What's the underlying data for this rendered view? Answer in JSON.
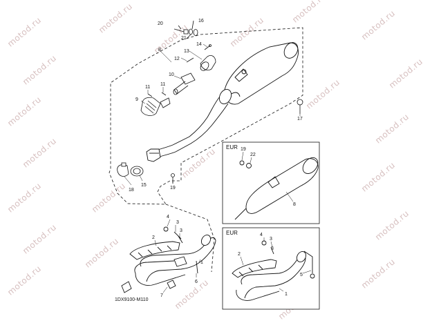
{
  "watermark": "motod.ru",
  "diagram_code": "1DX9100-M110",
  "region_labels": {
    "eur_top": "EUR",
    "eur_bottom": "EUR"
  },
  "callouts": {
    "c20": "20",
    "c16": "16",
    "c21": "21",
    "c8a": "8",
    "c12": "12",
    "c14": "14",
    "c13": "13",
    "c10": "10",
    "c11a": "11",
    "c11b": "11",
    "c9": "9",
    "c17": "17",
    "c15": "15",
    "c18": "18",
    "c19a": "19",
    "c19b": "19",
    "c22": "22",
    "c8b": "8",
    "c4a": "4",
    "c3a": "3",
    "c3b": "3",
    "c2a": "2",
    "c1a": "1",
    "c6": "6",
    "c7": "7",
    "c4b": "4",
    "c3c": "3",
    "c3d": "3",
    "c2b": "2",
    "c5": "5",
    "c1b": "1"
  }
}
